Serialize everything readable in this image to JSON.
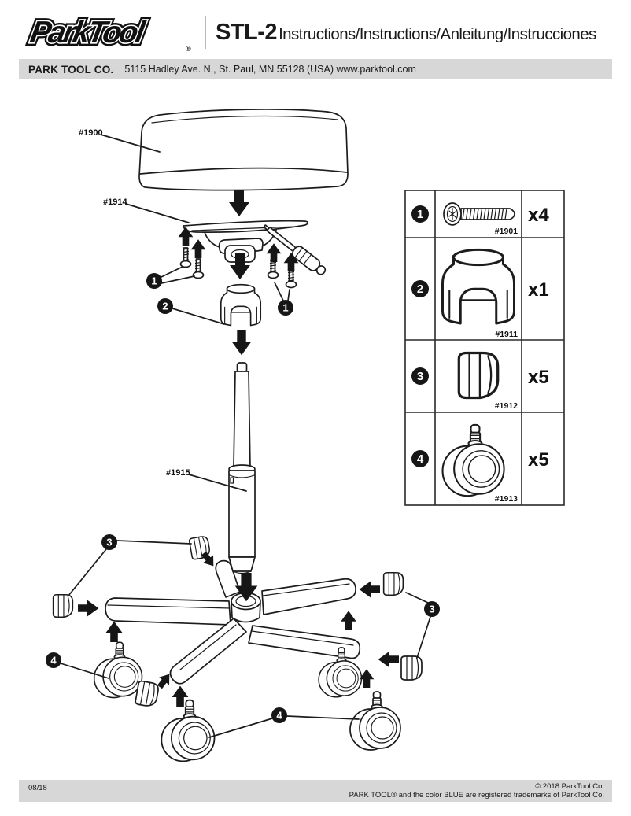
{
  "header": {
    "logo_text": "ParkTool",
    "registered": "®",
    "model": "STL-2",
    "subtitle": "Instructions/Instructions/Anleitung/Instrucciones"
  },
  "address_bar": {
    "company": "PARK TOOL CO.",
    "address": "5115 Hadley Ave. N., St. Paul, MN 55128 (USA)  www.parktool.com"
  },
  "diagram": {
    "labels": {
      "seat": "#1900",
      "plate": "#1914",
      "cylinder": "#1915"
    },
    "callouts": {
      "c1": "1",
      "c2": "2",
      "c3": "3",
      "c4": "4"
    }
  },
  "parts_table": {
    "rows": [
      {
        "callout": "1",
        "part": "screw",
        "part_number": "#1901",
        "qty": "x4"
      },
      {
        "callout": "2",
        "part": "cylinder-cap",
        "part_number": "#1911",
        "qty": "x1"
      },
      {
        "callout": "3",
        "part": "end-cap",
        "part_number": "#1912",
        "qty": "x5"
      },
      {
        "callout": "4",
        "part": "caster",
        "part_number": "#1913",
        "qty": "x5"
      }
    ]
  },
  "footer": {
    "date_code": "08/18",
    "copyright": "© 2018 ParkTool Co.",
    "trademark": "PARK TOOL® and the color BLUE are registered trademarks of ParkTool Co."
  }
}
